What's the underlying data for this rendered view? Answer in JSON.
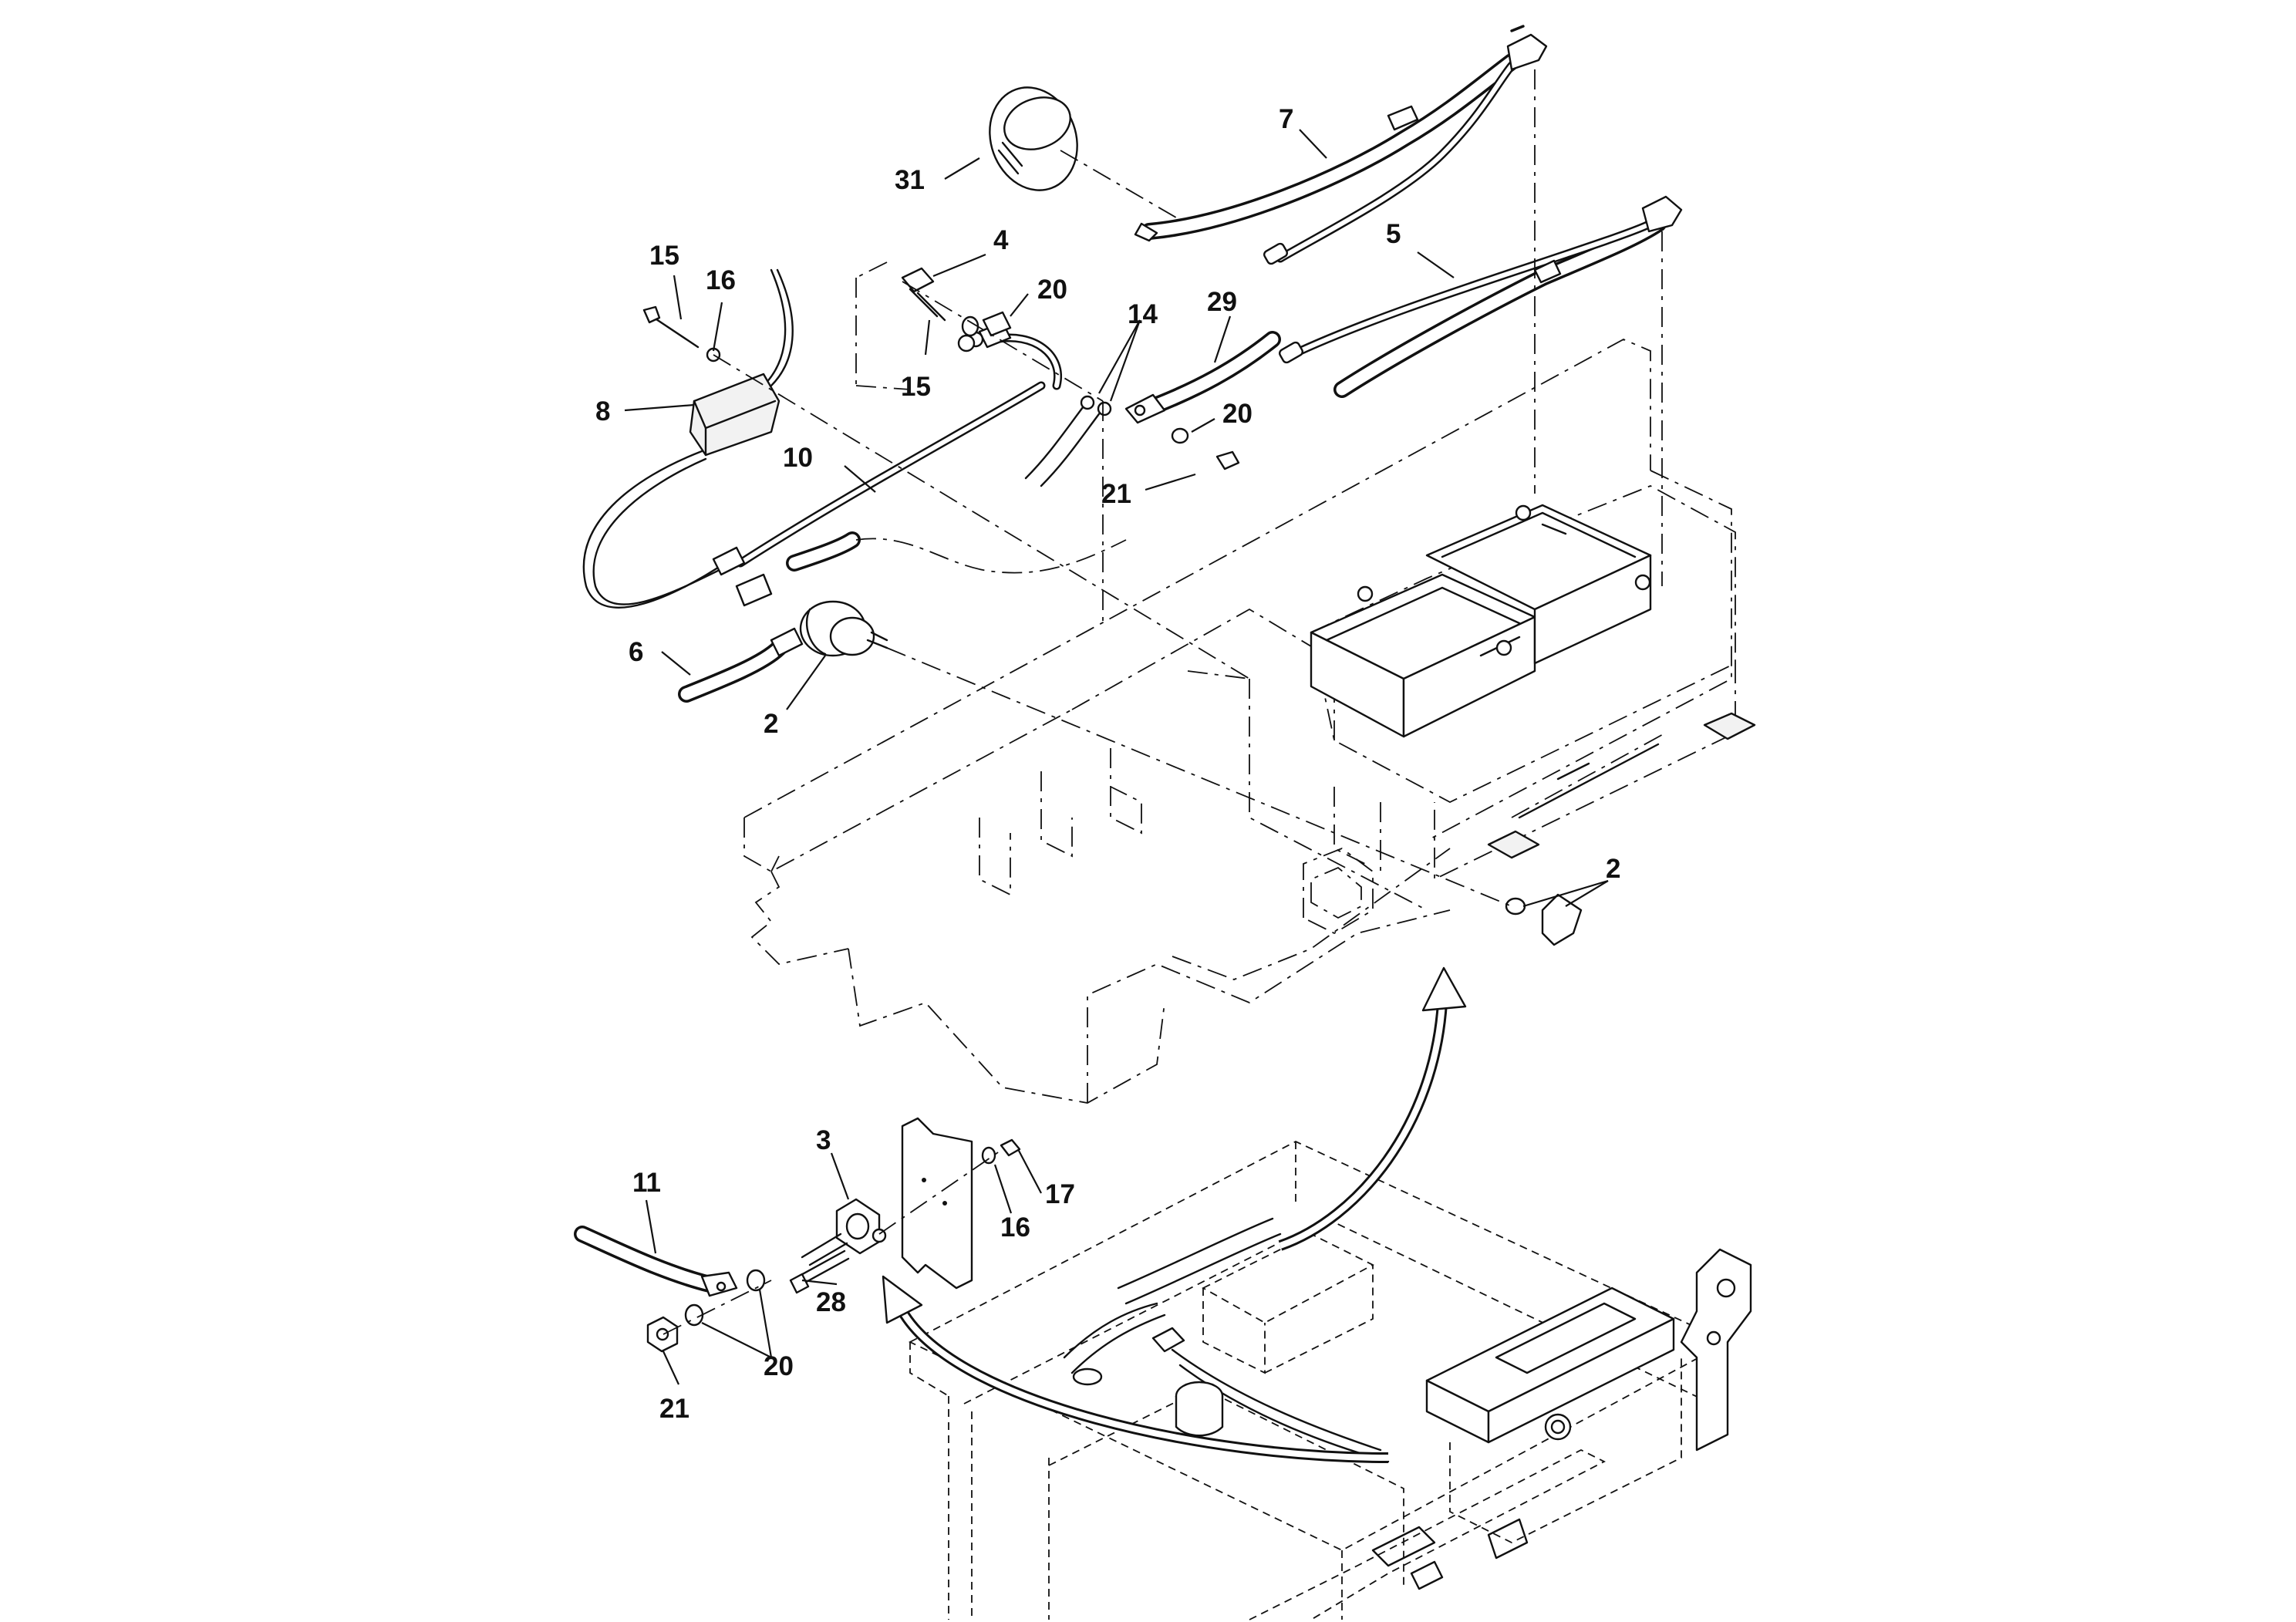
{
  "callouts": {
    "c31": "31",
    "c7": "7",
    "c15a": "15",
    "c16a": "16",
    "c4": "4",
    "c20a": "20",
    "c14": "14",
    "c29": "29",
    "c5": "5",
    "c8": "8",
    "c15b": "15",
    "c20b": "20",
    "c10": "10",
    "c21a": "21",
    "c6": "6",
    "c2a": "2",
    "c2b": "2",
    "c3": "3",
    "c11": "11",
    "c17": "17",
    "c16b": "16",
    "c28": "28",
    "c20c": "20",
    "c21b": "21"
  },
  "icons": [
    "curved-arrow-icon",
    "curved-arrow-icon"
  ]
}
